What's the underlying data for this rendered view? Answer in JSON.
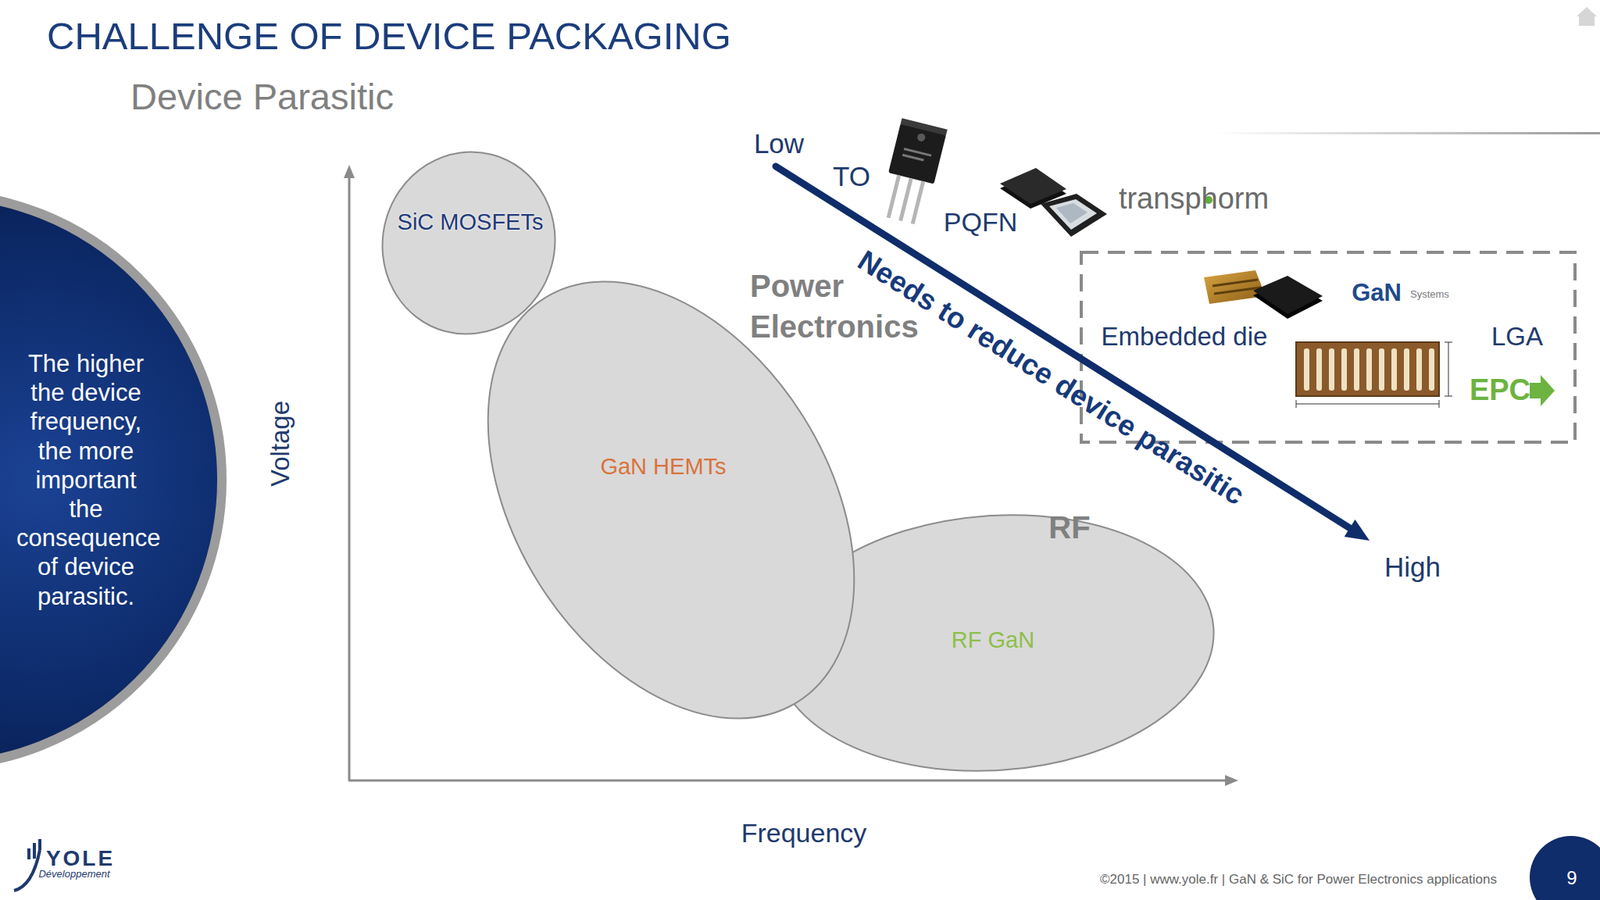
{
  "diagram": {
    "title": "CHALLENGE OF DEVICE PACKAGING",
    "nodes": [
      {
        "text": [
          "The higher the device frequency, the more important the consequence of device parasitic."
        ]
      },
      {
        "text": [
          "SiC MOSFETs"
        ]
      },
      {
        "text": [
          "GaN HEMTs"
        ]
      },
      {
        "text": [
          "Embedded die",
          "LGA"
        ]
      },
      {
        "text": [
          "RF GaN"
        ]
      }
    ],
    "labels": [
      "Device Parasitic",
      "Low",
      "TO",
      "PQFN",
      "transphorm",
      "Power Electronics",
      "Needs to reduce device parasitic",
      "GaN",
      "Systems",
      "EPC",
      "High",
      "RF",
      "Voltage",
      "Frequency",
      "YOLE",
      "Développement",
      "©2015 | www.yole.fr | GaN & SiC for Power Electronics applications",
      "9"
    ]
  }
}
